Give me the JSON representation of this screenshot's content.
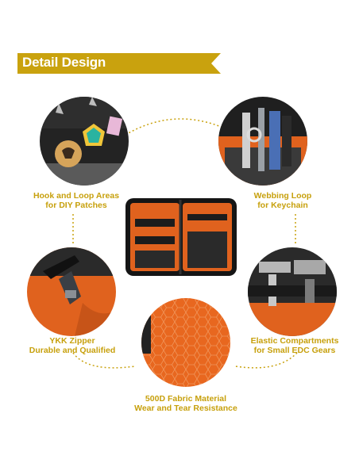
{
  "header": {
    "title": "Detail Design"
  },
  "features": [
    {
      "id": "hook-loop",
      "line1": "Hook and Loop Areas",
      "line2": "for DIY Patches"
    },
    {
      "id": "webbing",
      "line1": "Webbing Loop",
      "line2": "for Keychain"
    },
    {
      "id": "ykk",
      "line1": "YKK Zipper",
      "line2": "Durable and Qualified"
    },
    {
      "id": "elastic",
      "line1": "Elastic Compartments",
      "line2": "for Small EDC Gears"
    },
    {
      "id": "fabric",
      "line1": "500D Fabric Material",
      "line2": "Wear and Tear Resistance"
    }
  ],
  "colors": {
    "accent": "#c7a00c",
    "banner": "#c9a20e",
    "orange": "#e0621e",
    "black": "#1c1c1c"
  },
  "icons": [
    "pouch-icon"
  ]
}
